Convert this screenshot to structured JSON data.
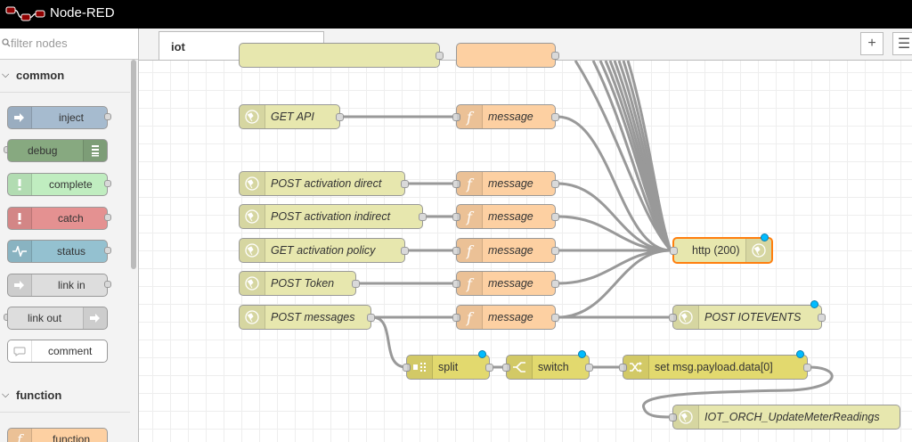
{
  "app": {
    "title": "Node-RED"
  },
  "palette": {
    "filter_placeholder": "filter nodes",
    "categories": [
      {
        "label": "common",
        "expanded": true
      },
      {
        "label": "function",
        "expanded": true
      }
    ],
    "nodes": [
      {
        "label": "inject",
        "color": "#a6bbcf"
      },
      {
        "label": "debug",
        "color": "#87a980"
      },
      {
        "label": "complete",
        "color": "#c0edc0"
      },
      {
        "label": "catch",
        "color": "#e49191"
      },
      {
        "label": "status",
        "color": "#94c1d0"
      },
      {
        "label": "link in",
        "color": "#dddddd"
      },
      {
        "label": "link out",
        "color": "#dddddd"
      },
      {
        "label": "comment",
        "color": "#ffffff"
      },
      {
        "label": "function",
        "color": "#fdd0a2"
      }
    ]
  },
  "tabs": [
    {
      "label": "iot",
      "active": true
    }
  ],
  "toolbar": {
    "add_label": "+",
    "list_label": "☰"
  },
  "flow": {
    "nodes": [
      {
        "id": "get_api",
        "label": "GET API",
        "type": "http in",
        "color": "#e7e7ae"
      },
      {
        "id": "post_act_direct",
        "label": "POST activation direct",
        "type": "http in",
        "color": "#e7e7ae"
      },
      {
        "id": "post_act_indirect",
        "label": "POST activation indirect",
        "type": "http in",
        "color": "#e7e7ae"
      },
      {
        "id": "get_act_policy",
        "label": "GET activation policy",
        "type": "http in",
        "color": "#e7e7ae"
      },
      {
        "id": "post_token",
        "label": "POST Token",
        "type": "http in",
        "color": "#e7e7ae"
      },
      {
        "id": "post_messages",
        "label": "POST messages",
        "type": "http in",
        "color": "#e7e7ae"
      },
      {
        "id": "msg1",
        "label": "message",
        "type": "function",
        "color": "#fdd0a2"
      },
      {
        "id": "msg2",
        "label": "message",
        "type": "function",
        "color": "#fdd0a2"
      },
      {
        "id": "msg3",
        "label": "message",
        "type": "function",
        "color": "#fdd0a2"
      },
      {
        "id": "msg4",
        "label": "message",
        "type": "function",
        "color": "#fdd0a2"
      },
      {
        "id": "msg5",
        "label": "message",
        "type": "function",
        "color": "#fdd0a2"
      },
      {
        "id": "msg6",
        "label": "message",
        "type": "function",
        "color": "#fdd0a2"
      },
      {
        "id": "http200",
        "label": "http (200)",
        "type": "http response",
        "color": "#e7e7ae",
        "selected": true
      },
      {
        "id": "post_iotevents",
        "label": "POST IOTEVENTS",
        "type": "link",
        "color": "#e7e7ae"
      },
      {
        "id": "split",
        "label": "split",
        "type": "split",
        "color": "#e2d96e"
      },
      {
        "id": "switch",
        "label": "switch",
        "type": "switch",
        "color": "#e2d96e"
      },
      {
        "id": "set_payload",
        "label": "set msg.payload.data[0]",
        "type": "change",
        "color": "#e2d96e"
      },
      {
        "id": "iot_orch",
        "label": "IOT_ORCH_UpdateMeterReadings",
        "type": "link",
        "color": "#e7e7ae"
      }
    ]
  }
}
